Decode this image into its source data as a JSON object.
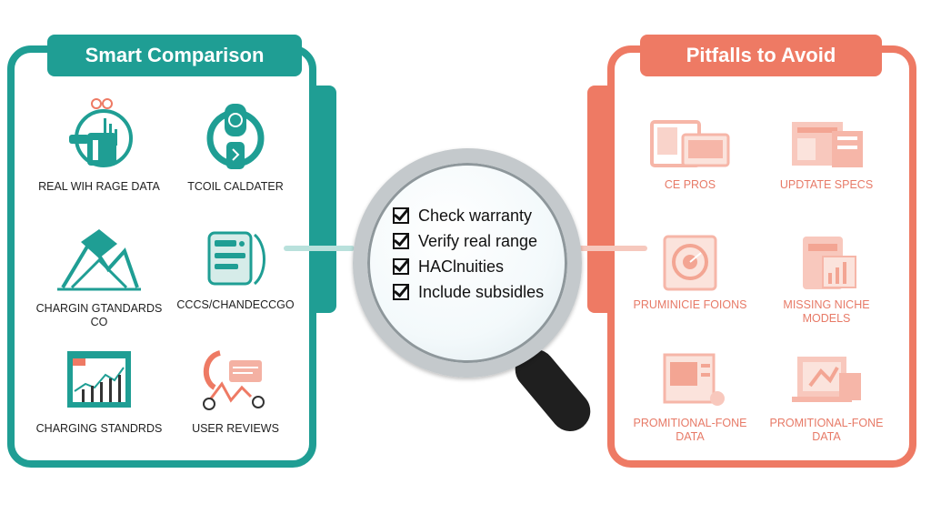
{
  "left_panel": {
    "title": "Smart Comparison",
    "items": [
      {
        "label": "REAL WIH RAGE DATA",
        "icon": "charging-data-icon"
      },
      {
        "label": "TCOIL CALDATER",
        "icon": "cost-calculator-icon"
      },
      {
        "label": "CHARGIN GTANDARDS CO",
        "icon": "charging-network-icon"
      },
      {
        "label": "CCCS/CHANDECCGO",
        "icon": "connector-dashboard-icon"
      },
      {
        "label": "CHARGING STANDRDS",
        "icon": "trend-chart-icon"
      },
      {
        "label": "USER REVIEWS",
        "icon": "user-reviews-icon"
      }
    ]
  },
  "right_panel": {
    "title": "Pitfalls to Avoid",
    "items": [
      {
        "label": "CE PROS",
        "icon": "monitor-icon"
      },
      {
        "label": "UPDTATE SPECS",
        "icon": "spec-sheet-icon"
      },
      {
        "label": "PRUMINICIE FOIONS",
        "icon": "clock-device-icon"
      },
      {
        "label": "MISSING NICHE MODELS",
        "icon": "chart-tablet-icon"
      },
      {
        "label": "PROMITIONAL-FONE DATA",
        "icon": "promo-document-icon"
      },
      {
        "label": "PROMITIONAL-FONE DATA",
        "icon": "promo-screen-icon"
      }
    ]
  },
  "checklist": [
    "Check warranty",
    "Verify real range",
    "HAClnuities",
    "Include subsidles"
  ],
  "colors": {
    "teal": "#1f9e94",
    "coral": "#ee7a64",
    "lens_frame": "#c4c9cc",
    "handle": "#222222"
  }
}
